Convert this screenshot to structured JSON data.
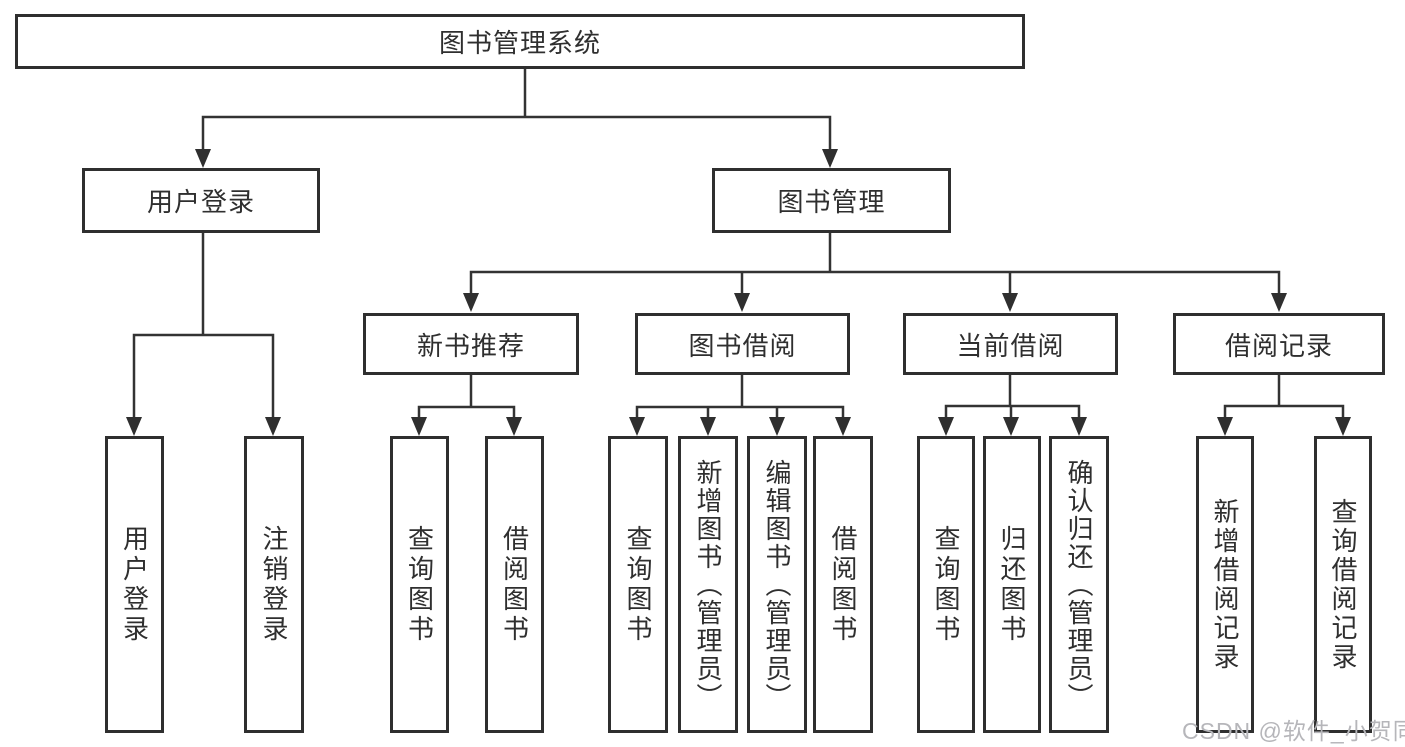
{
  "tree": {
    "label": "图书管理系统",
    "children": [
      {
        "label": "用户登录",
        "children": [
          {
            "label": "用户登录"
          },
          {
            "label": "注销登录"
          }
        ]
      },
      {
        "label": "图书管理",
        "children": [
          {
            "label": "新书推荐",
            "children": [
              {
                "label": "查询图书"
              },
              {
                "label": "借阅图书"
              }
            ]
          },
          {
            "label": "图书借阅",
            "children": [
              {
                "label": "查询图书"
              },
              {
                "label": "新增图书（管理员）"
              },
              {
                "label": "编辑图书（管理员）"
              },
              {
                "label": "借阅图书"
              }
            ]
          },
          {
            "label": "当前借阅",
            "children": [
              {
                "label": "查询图书"
              },
              {
                "label": "归还图书"
              },
              {
                "label": "确认归还（管理员）"
              }
            ]
          },
          {
            "label": "借阅记录",
            "children": [
              {
                "label": "新增借阅记录"
              },
              {
                "label": "查询借阅记录"
              }
            ]
          }
        ]
      }
    ]
  },
  "watermark": {
    "text": "CSDN @软件_小贺同学",
    "color": "#b6b6ba"
  },
  "colors": {
    "line": "#333333",
    "border": "#2f2f2f",
    "text": "#2f2f2f",
    "background": "#ffffff"
  }
}
